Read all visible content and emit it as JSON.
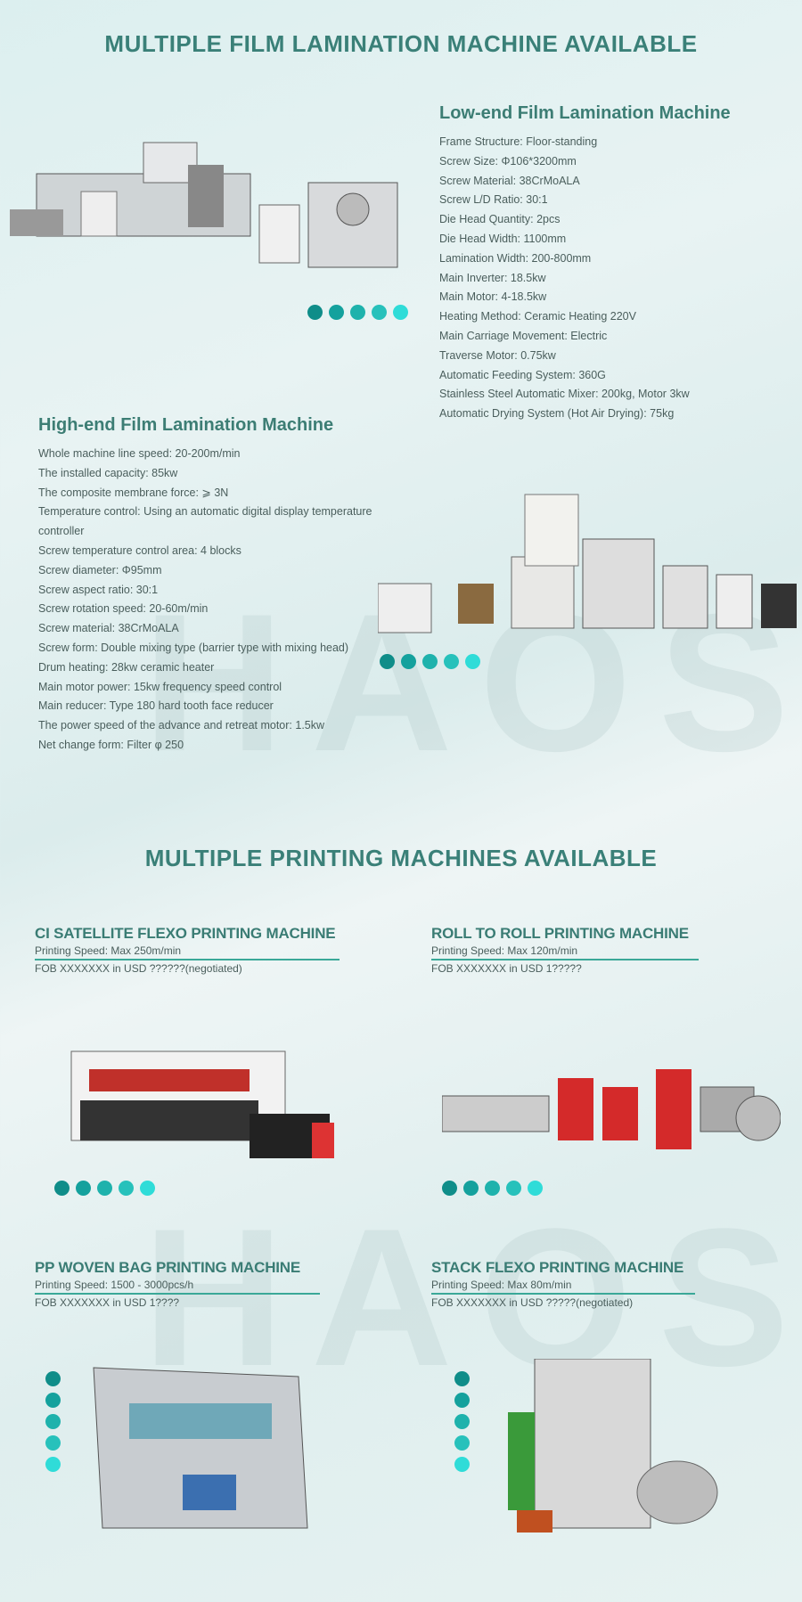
{
  "section1": {
    "title": "MULTIPLE FILM LAMINATION MACHINE AVAILABLE",
    "low_end": {
      "title": "Low-end Film Lamination Machine",
      "specs": [
        "Frame Structure: Floor-standing",
        "Screw Size: Φ106*3200mm",
        "Screw Material: 38CrMoALA",
        "Screw L/D Ratio: 30:1",
        "Die Head Quantity: 2pcs",
        "Die Head Width: 1100mm",
        "Lamination Width: 200-800mm",
        "Main Inverter: 18.5kw",
        "Main Motor: 4-18.5kw",
        "Heating Method: Ceramic Heating 220V",
        "Main Carriage Movement: Electric",
        "Traverse Motor: 0.75kw",
        "Automatic Feeding System: 360G",
        "Stainless Steel Automatic Mixer: 200kg, Motor 3kw",
        "Automatic Drying System (Hot Air Drying): 75kg"
      ]
    },
    "high_end": {
      "title": "High-end Film Lamination Machine",
      "specs": [
        "Whole machine line speed: 20-200m/min",
        "The installed capacity: 85kw",
        "The composite membrane force: ⩾ 3N",
        "Temperature control: Using an automatic digital display temperature",
        "controller",
        "Screw temperature control area: 4 blocks",
        "Screw diameter: Φ95mm",
        "Screw aspect ratio: 30:1",
        "Screw rotation speed: 20-60m/min",
        "Screw material: 38CrMoALA",
        "Screw form: Double mixing type (barrier type with mixing head)",
        "Drum heating: 28kw ceramic heater",
        "Main motor power: 15kw frequency speed control",
        "Main reducer: Type 180 hard tooth face reducer",
        "The power speed of the advance and retreat motor: 1.5kw",
        "Net change form: Filter φ 250"
      ]
    }
  },
  "section2": {
    "title": "MULTIPLE PRINTING MACHINES AVAILABLE",
    "machines": [
      {
        "title": "CI SATELLITE FLEXO PRINTING MACHINE",
        "speed": "Printing Speed: Max 250m/min",
        "price": "FOB XXXXXXX in USD ??????(negotiated)"
      },
      {
        "title": "ROLL TO ROLL PRINTING MACHINE",
        "speed": "Printing Speed: Max 120m/min",
        "price": "FOB XXXXXXX in USD 1?????"
      },
      {
        "title": "PP WOVEN BAG PRINTING MACHINE",
        "speed": "Printing Speed: 1500 - 3000pcs/h",
        "price": "FOB XXXXXXX in USD 1????"
      },
      {
        "title": "STACK FLEXO PRINTING MACHINE",
        "speed": "Printing Speed: Max 80m/min",
        "price": "FOB XXXXXXX in USD ?????(negotiated)"
      }
    ]
  },
  "watermark": "HAOSEN",
  "dot_colors": [
    "#0f8d89",
    "#14a19d",
    "#1eb2ac",
    "#27c1bb",
    "#2fdcd8"
  ]
}
